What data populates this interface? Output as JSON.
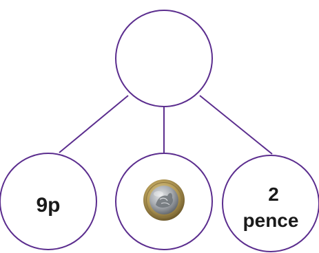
{
  "diagram": {
    "top_node": {
      "label": ""
    },
    "left_node": {
      "label": "9p"
    },
    "middle_node": {
      "image": "one-pound-coin"
    },
    "right_node": {
      "label_line1": "2",
      "label_line2": "pence"
    },
    "colors": {
      "stroke": "#5b2d8e",
      "text": "#1a1a1a"
    }
  }
}
